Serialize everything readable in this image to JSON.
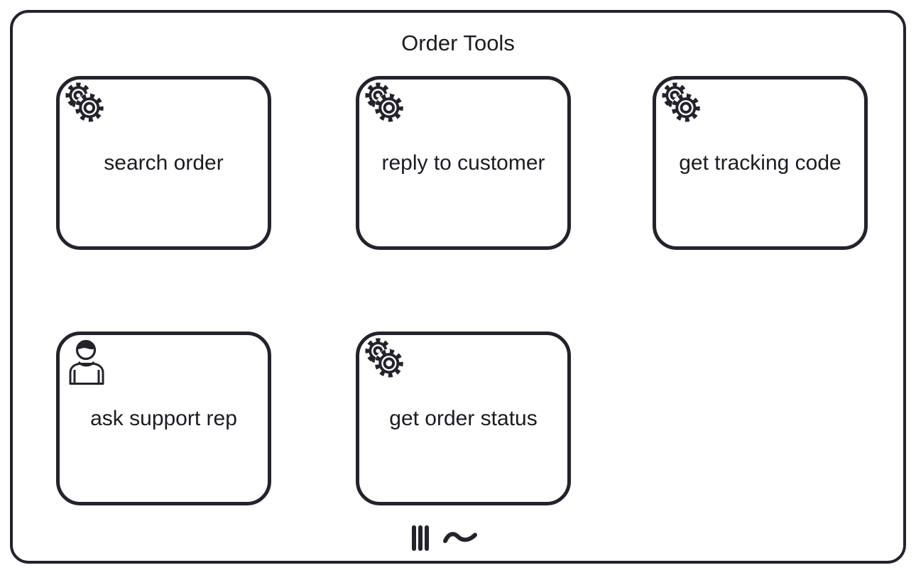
{
  "diagram": {
    "title": "Order Tools",
    "colors": {
      "stroke": "#23232b",
      "text": "#1b1b22",
      "background": "#ffffff"
    },
    "tasks": [
      {
        "label": "search order",
        "icon": "service-gears-icon"
      },
      {
        "label": "reply to customer",
        "icon": "service-gears-icon"
      },
      {
        "label": "get tracking code",
        "icon": "service-gears-icon"
      },
      {
        "label": "ask support rep",
        "icon": "user-person-icon"
      },
      {
        "label": "get order status",
        "icon": "service-gears-icon"
      }
    ],
    "markers": [
      {
        "name": "parallel-multi-instance-marker",
        "glyph": "|||"
      },
      {
        "name": "ad-hoc-marker",
        "glyph": "~"
      }
    ]
  }
}
